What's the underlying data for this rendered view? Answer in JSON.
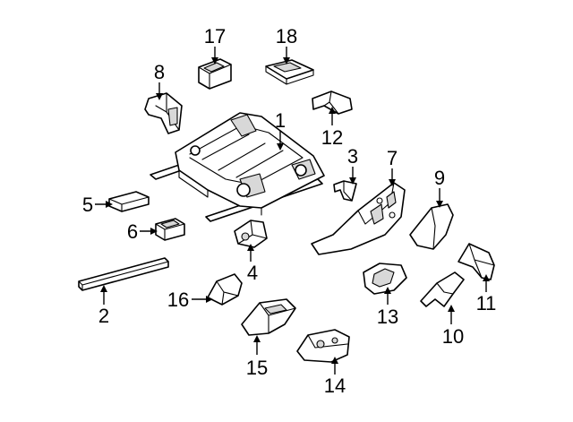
{
  "diagram": {
    "callouts": [
      {
        "id": "p1",
        "label": "1"
      },
      {
        "id": "p2",
        "label": "2"
      },
      {
        "id": "p3",
        "label": "3"
      },
      {
        "id": "p4",
        "label": "4"
      },
      {
        "id": "p5",
        "label": "5"
      },
      {
        "id": "p6",
        "label": "6"
      },
      {
        "id": "p7",
        "label": "7"
      },
      {
        "id": "p8",
        "label": "8"
      },
      {
        "id": "p9",
        "label": "9"
      },
      {
        "id": "p10",
        "label": "10"
      },
      {
        "id": "p11",
        "label": "11"
      },
      {
        "id": "p12",
        "label": "12"
      },
      {
        "id": "p13",
        "label": "13"
      },
      {
        "id": "p14",
        "label": "14"
      },
      {
        "id": "p15",
        "label": "15"
      },
      {
        "id": "p16",
        "label": "16"
      },
      {
        "id": "p17",
        "label": "17"
      },
      {
        "id": "p18",
        "label": "18"
      }
    ]
  }
}
